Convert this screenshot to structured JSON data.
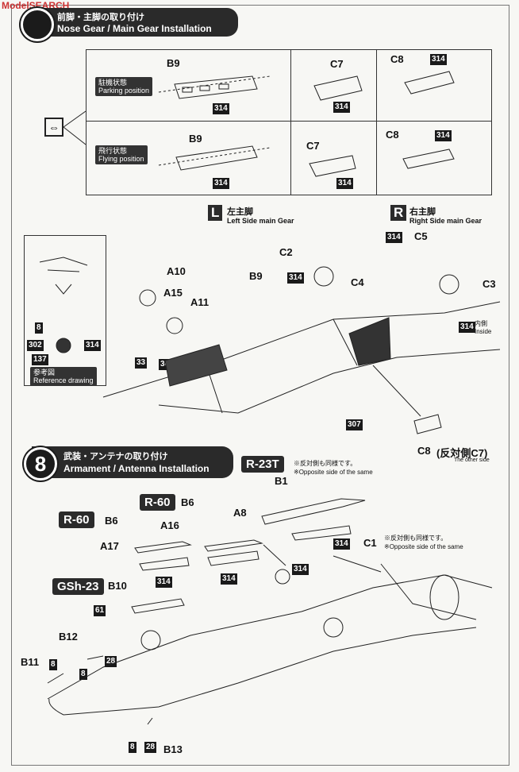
{
  "watermark": "ModelSEARCH",
  "step7": {
    "title_jp": "前脚・主脚の取り付け",
    "title_en": "Nose Gear / Main Gear Installation",
    "parking_jp": "駐機状態",
    "parking_en": "Parking position",
    "flying_jp": "飛行状態",
    "flying_en": "Flying position",
    "left_badge": "L",
    "left_jp": "左主脚",
    "left_en": "Left Side main Gear",
    "right_badge": "R",
    "right_jp": "右主脚",
    "right_en": "Right Side main Gear",
    "reference_jp": "参考図",
    "reference_en": "Reference drawing",
    "inside_jp": "内側",
    "inside_en": "Inside",
    "other_side_jp": "(反対側C7)",
    "other_side_en": "The other side"
  },
  "step8": {
    "number": "8",
    "title_jp": "武装・アンテナの取り付け",
    "title_en": "Armament / Antenna Installation",
    "note_jp": "※反対側も同様です。",
    "note_en": "※Opposite side of the same",
    "weapons": [
      "R-23T",
      "R-60",
      "R-60",
      "GSh-23"
    ]
  },
  "parts": {
    "B9": "B9",
    "C7": "C7",
    "C8": "C8",
    "C2": "C2",
    "C3": "C3",
    "C4": "C4",
    "C5": "C5",
    "A10": "A10",
    "A11": "A11",
    "A15": "A15",
    "A16": "A16",
    "A17": "A17",
    "A8": "A8",
    "B1": "B1",
    "B6": "B6",
    "B10": "B10",
    "B11": "B11",
    "B12": "B12",
    "B13": "B13",
    "C1": "C1"
  },
  "codes": {
    "c314": "314",
    "c307": "307",
    "c302": "302",
    "c137": "137",
    "c33": "33",
    "c8": "8",
    "c28": "28",
    "c61": "61"
  }
}
